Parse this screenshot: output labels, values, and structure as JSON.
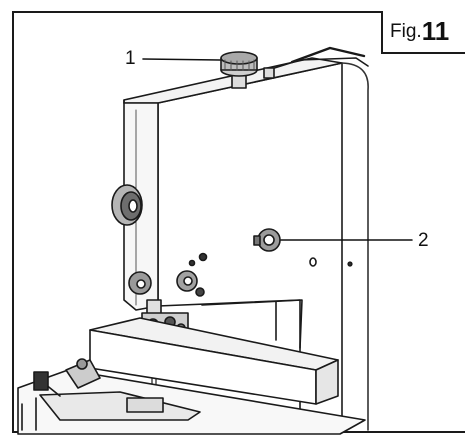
{
  "figure": {
    "prefix": "Fig.",
    "number": "11"
  },
  "callouts": [
    {
      "label": "1"
    },
    {
      "label": "2"
    }
  ]
}
